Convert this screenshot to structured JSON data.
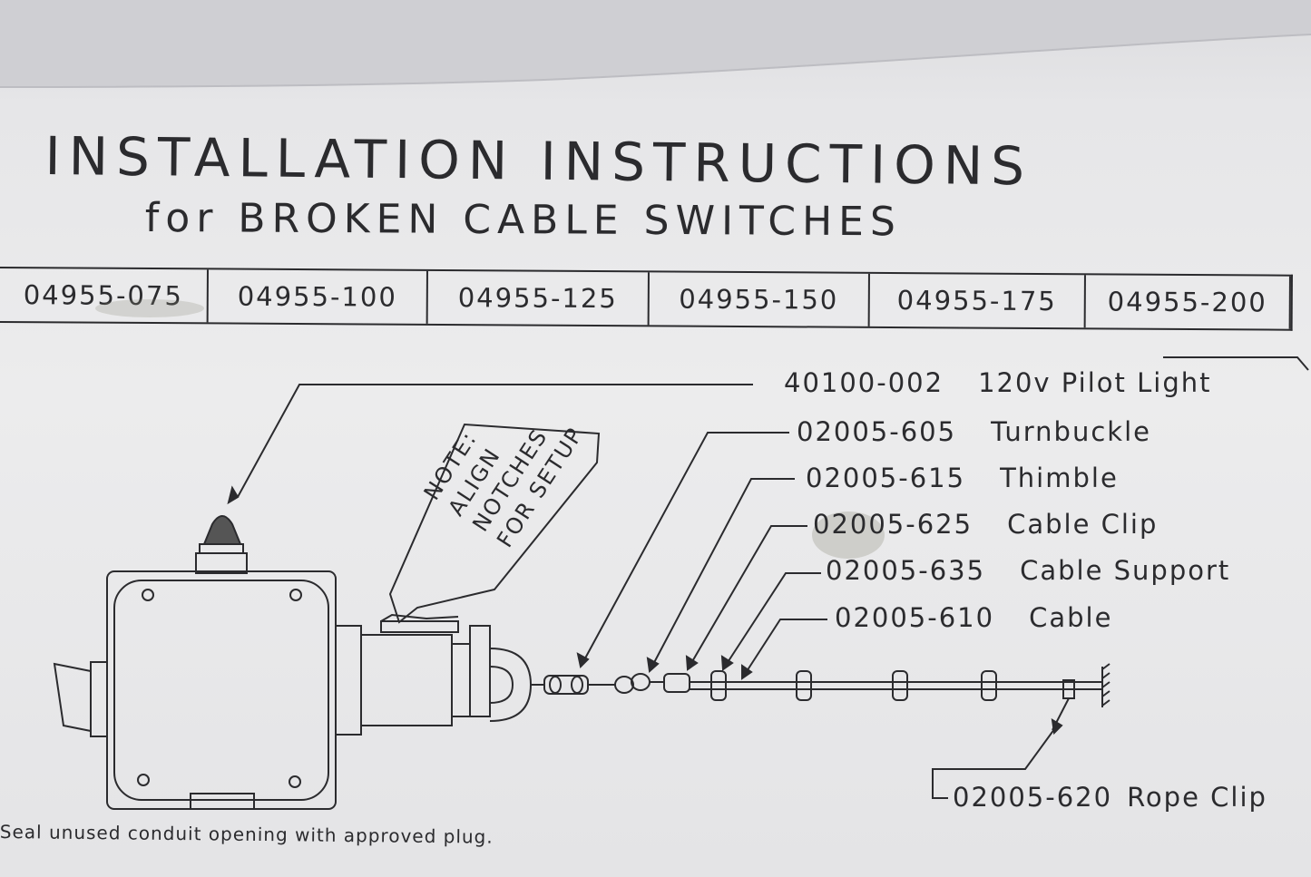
{
  "document": {
    "title": "INSTALLATION INSTRUCTIONS",
    "subtitle": "for BROKEN CABLE SWITCHES",
    "part_numbers": [
      "04955-075",
      "04955-100",
      "04955-125",
      "04955-150",
      "04955-175",
      "04955-200"
    ],
    "callouts": [
      {
        "part": "40100-002",
        "desc": "120v Pilot Light"
      },
      {
        "part": "02005-605",
        "desc": "Turnbuckle"
      },
      {
        "part": "02005-615",
        "desc": "Thimble"
      },
      {
        "part": "02005-625",
        "desc": "Cable Clip"
      },
      {
        "part": "02005-635",
        "desc": "Cable Support"
      },
      {
        "part": "02005-610",
        "desc": "Cable"
      },
      {
        "part": "02005-620",
        "desc": "Rope Clip"
      }
    ],
    "note": {
      "line1": "NOTE:",
      "line2": "ALIGN",
      "line3": "NOTCHES",
      "line4": "FOR SETUP"
    },
    "seal_note": "Seal unused conduit opening with approved plug."
  }
}
